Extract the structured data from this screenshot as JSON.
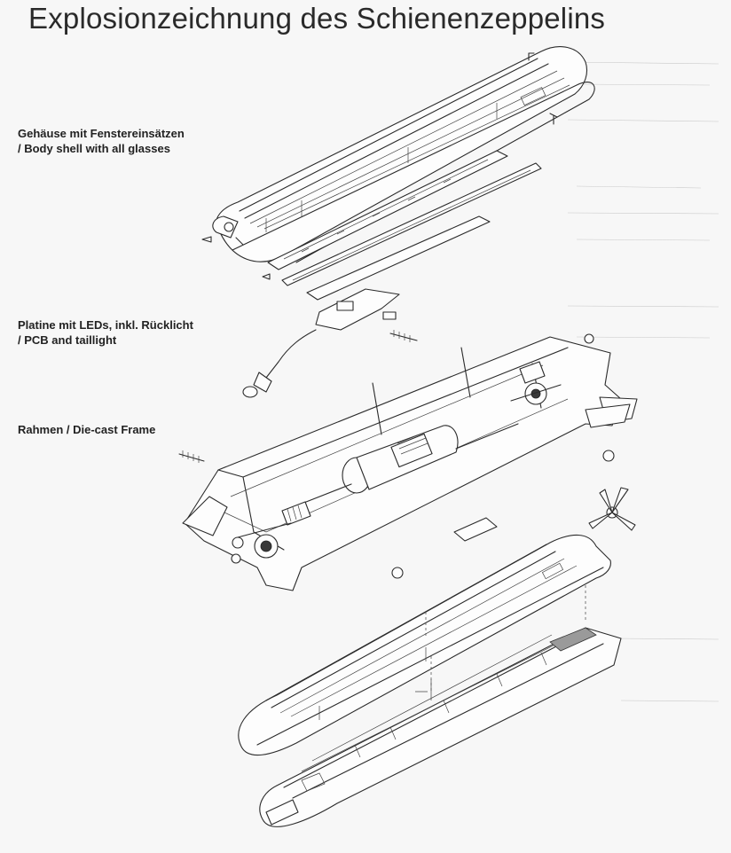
{
  "title": "Explosionzeichnung des Schienenzeppelins",
  "labels": {
    "body_de": "Gehäuse mit Fenstereinsätzen",
    "body_en": "/ Body shell with all glasses",
    "pcb_de": "Platine mit LEDs, inkl. Rücklicht",
    "pcb_en": "/ PCB and taillight",
    "frame": "Rahmen / Die-cast Frame"
  }
}
